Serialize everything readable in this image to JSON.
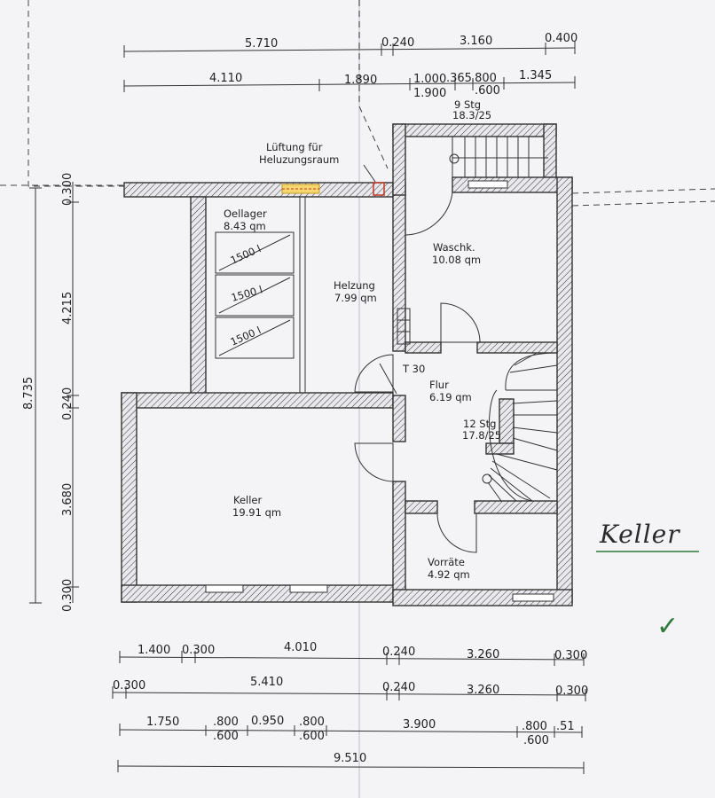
{
  "sheet": {
    "title": "Keller",
    "check_mark": "✓"
  },
  "dimensions": {
    "top_row1": [
      "5.710",
      "0.240",
      "3.160",
      "0.400"
    ],
    "top_row2": [
      "4.110",
      "1.890",
      "1.000",
      "1.900",
      ".365",
      ".800",
      ".600",
      "1.345"
    ],
    "left_total": "8.735",
    "left_parts": [
      "0.300",
      "4.215",
      "0.240",
      "3.680",
      "0.300"
    ],
    "bottom_row1": [
      "1.400",
      "0.300",
      "4.010",
      "0.240",
      "3.260",
      "0.300"
    ],
    "bottom_row2": [
      "0.300",
      "5.410",
      "0.240",
      "3.260",
      "0.300"
    ],
    "bottom_row3": [
      "1.750",
      ".800",
      ".600",
      "0.950",
      ".800",
      ".600",
      "3.900",
      ".800",
      ".600",
      ".51"
    ],
    "bottom_total": "9.510"
  },
  "rooms": {
    "oellager": {
      "name": "Oellager",
      "area": "8.43 qm"
    },
    "heizung": {
      "name": "Helzung",
      "area": "7.99 qm"
    },
    "waschk": {
      "name": "Waschk.",
      "area": "10.08 qm"
    },
    "flur": {
      "name": "Flur",
      "area": "6.19 qm"
    },
    "keller": {
      "name": "Keller",
      "area": "19.91 qm"
    },
    "vorraete": {
      "name": "Vorräte",
      "area": "4.92 qm"
    }
  },
  "annotations": {
    "lueftung_line1": "Lüftung für",
    "lueftung_line2": "Heluzungsraum",
    "stairs_top_steps": "9 Stg",
    "stairs_top_ratio": "18.3/25",
    "stairs_main_steps": "12 Stg",
    "stairs_main_ratio": "17.8/25",
    "door_rating": "T 30",
    "tank_label": "1500 l"
  }
}
